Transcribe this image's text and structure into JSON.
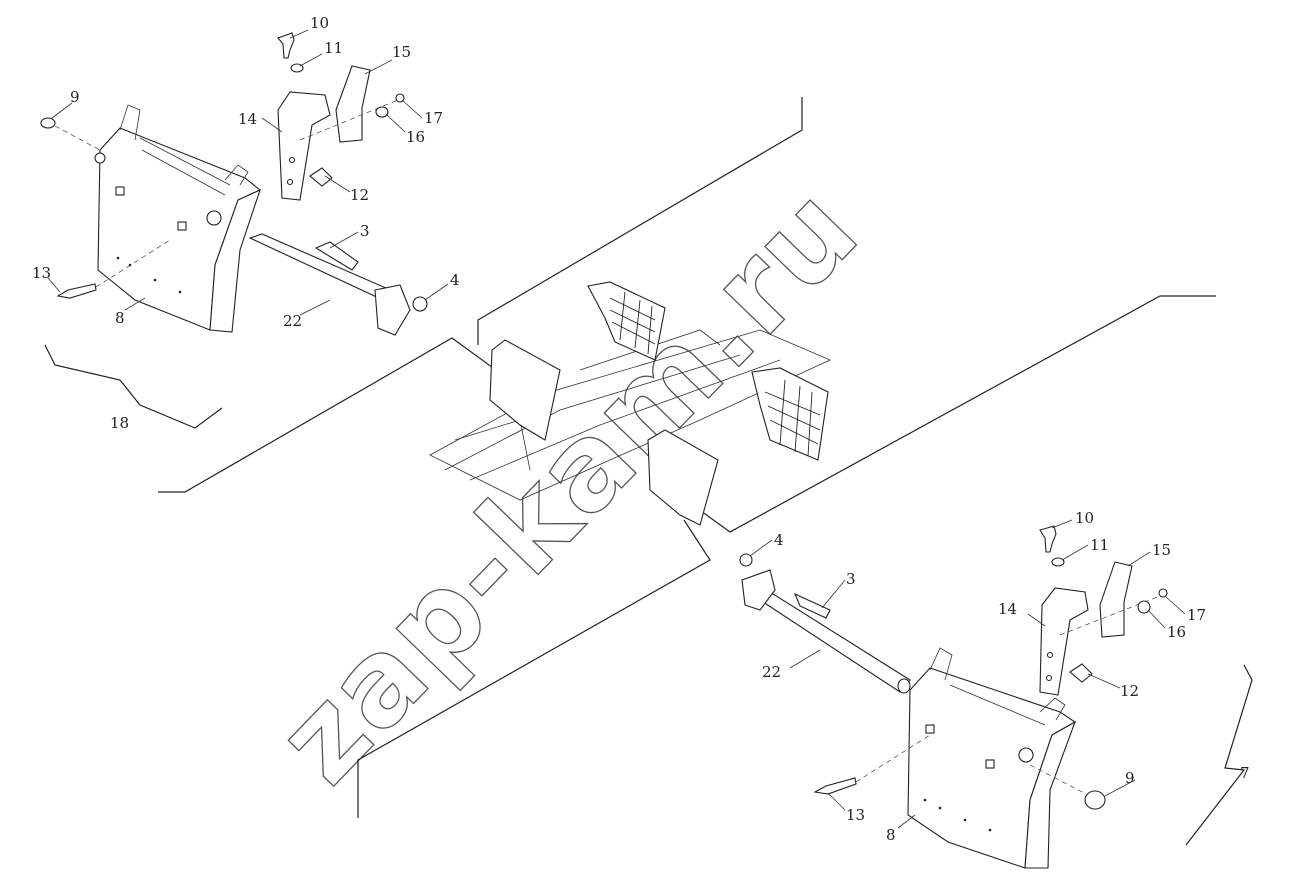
{
  "diagram": {
    "watermark": "zap-kam.ru",
    "corner_mark": "",
    "labels": {
      "upper_left": {
        "p9": "9",
        "p10": "10",
        "p11": "11",
        "p15": "15",
        "p14": "14",
        "p17": "17",
        "p16": "16",
        "p12": "12",
        "p3": "3",
        "p13": "13",
        "p4": "4",
        "p8": "8",
        "p22": "22",
        "p18": "18"
      },
      "lower_right": {
        "p10": "10",
        "p11": "11",
        "p15": "15",
        "p4": "4",
        "p3": "3",
        "p14": "14",
        "p17": "17",
        "p16": "16",
        "p22": "22",
        "p12": "12",
        "p7": "7",
        "p9": "9",
        "p13": "13",
        "p8": "8"
      }
    }
  }
}
